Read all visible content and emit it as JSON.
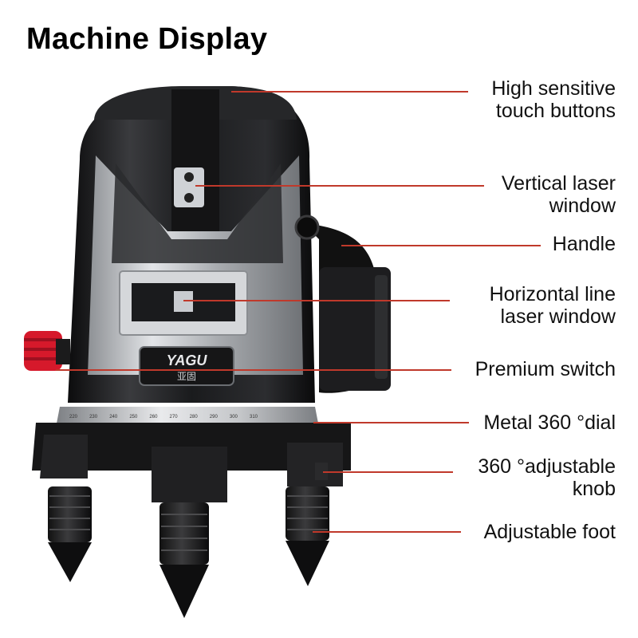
{
  "title": "Machine Display",
  "brand": {
    "name": "YAGU",
    "sub": "亚固"
  },
  "dial_ticks": [
    "220",
    "230",
    "240",
    "250",
    "260",
    "270",
    "280",
    "290",
    "300",
    "310"
  ],
  "callouts": [
    {
      "id": "touch-buttons",
      "lines": [
        "High sensitive",
        "touch buttons"
      ]
    },
    {
      "id": "vertical-window",
      "lines": [
        "Vertical laser",
        "window"
      ]
    },
    {
      "id": "handle",
      "lines": [
        "Handle"
      ]
    },
    {
      "id": "horizontal-window",
      "lines": [
        "Horizontal line",
        "laser window"
      ]
    },
    {
      "id": "premium-switch",
      "lines": [
        "Premium switch"
      ]
    },
    {
      "id": "metal-dial",
      "lines": [
        "Metal 360 °dial"
      ]
    },
    {
      "id": "adjustable-knob",
      "lines": [
        "360 °adjustable",
        "knob"
      ]
    },
    {
      "id": "adjustable-foot",
      "lines": [
        "Adjustable foot"
      ]
    }
  ],
  "colors": {
    "leader": "#c0392b",
    "switch": "#d6192b",
    "body": "#1c1c1e",
    "silver": "#b9bcc0"
  }
}
